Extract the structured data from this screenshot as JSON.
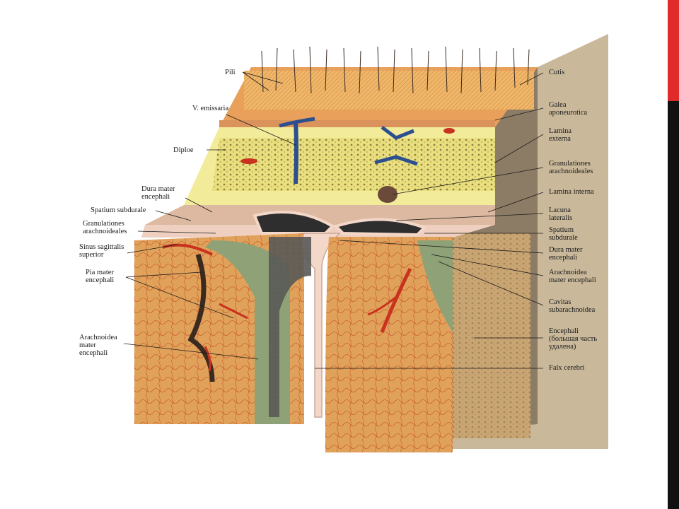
{
  "colors": {
    "accent_red": "#e02b2b",
    "accent_black": "#111111",
    "skin": "#e8a05a",
    "bone": "#f2ec9a",
    "brain": "#e0a25a",
    "vein": "#2c4f8f",
    "artery": "#c8321e",
    "dura": "#f3d7c8",
    "arachnoid": "#8fa176"
  },
  "labels": {
    "pili": "Pili",
    "v_emissaria": "V. emissaria",
    "diploe": "Diploe",
    "dura_mater_left": "Dura mater\nencephali",
    "spatium_subdurale_left": "Spatium subdurale",
    "granulationes_left": "Granulationes\narachnoideales",
    "sinus_sagittalis": "Sinus sagittalis\nsuperior",
    "pia_mater": "Pia mater\nencephali",
    "arachnoidea_left": "Arachnoidea\nmater\nencephali",
    "cutis": "Cutis",
    "galea": "Galea\naponeurotica",
    "lamina_externa": "Lamina\nexterna",
    "granulationes_right": "Granulationes\narachnoideales",
    "lamina_interna": "Lamina interna",
    "lacuna_lateralis": "Lacuna\nlateralis",
    "spatium_subdurale_right": "Spatium\nsubdurale",
    "dura_mater_right": "Dura mater\nencephali",
    "arachnoidea_right": "Arachnoidea\nmater encephali",
    "cavitas": "Cavitas\nsubarachnoidea",
    "encephali": "Encephali\n(большая часть\nудалена)",
    "falx_cerebri": "Falx cerebri"
  }
}
